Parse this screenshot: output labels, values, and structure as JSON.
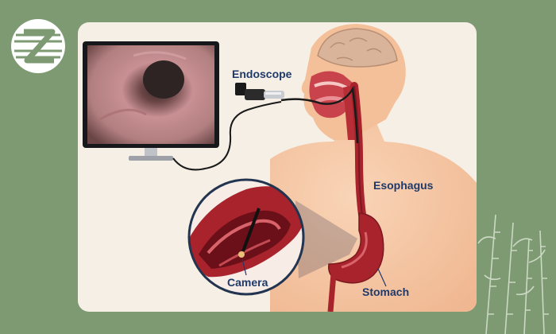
{
  "labels": {
    "endoscope": "Endoscope",
    "esophagus": "Esophagus",
    "camera": "Camera",
    "stomach": "Stomach"
  },
  "icons": {
    "brand_logo": "circle-z-logo",
    "decoration": "bamboo-sketch"
  },
  "colors": {
    "background": "#7d9a73",
    "panel": "#f6efe5",
    "skin": "#f6c9a6",
    "organ": "#a8232c",
    "label_text": "#1f3a6a"
  }
}
